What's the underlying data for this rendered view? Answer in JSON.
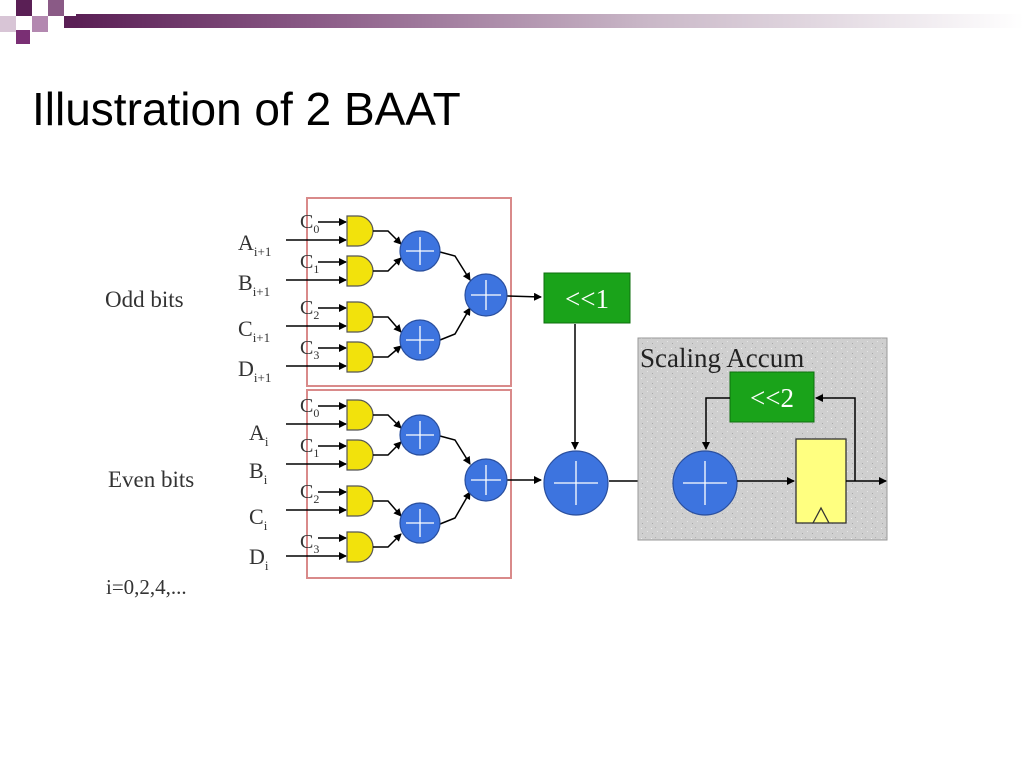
{
  "slide": {
    "title": "Illustration of 2 BAAT"
  },
  "diagram": {
    "group_labels": {
      "odd": "Odd bits",
      "even": "Even bits",
      "index": "i=0,2,4,..."
    },
    "inputs_odd": [
      {
        "base": "A",
        "sub": "i+1"
      },
      {
        "base": "B",
        "sub": "i+1"
      },
      {
        "base": "C",
        "sub": "i+1"
      },
      {
        "base": "D",
        "sub": "i+1"
      }
    ],
    "inputs_even": [
      {
        "base": "A",
        "sub": "i"
      },
      {
        "base": "B",
        "sub": "i"
      },
      {
        "base": "C",
        "sub": "i"
      },
      {
        "base": "D",
        "sub": "i"
      }
    ],
    "coefficients": [
      {
        "base": "C",
        "sub": "0"
      },
      {
        "base": "C",
        "sub": "1"
      },
      {
        "base": "C",
        "sub": "2"
      },
      {
        "base": "C",
        "sub": "3"
      }
    ],
    "shift_odd": "<<1",
    "shift_accum": "<<2",
    "accum_label": "Scaling Accum",
    "colors": {
      "and_gate": "#f2e20c",
      "adder": "#3d74df",
      "shift_box": "#1aa31a",
      "accum_bg": "#cfcfcf",
      "register": "#ffff80",
      "group_border": "#d98a8a",
      "title_accent": "#5a1f55"
    }
  }
}
